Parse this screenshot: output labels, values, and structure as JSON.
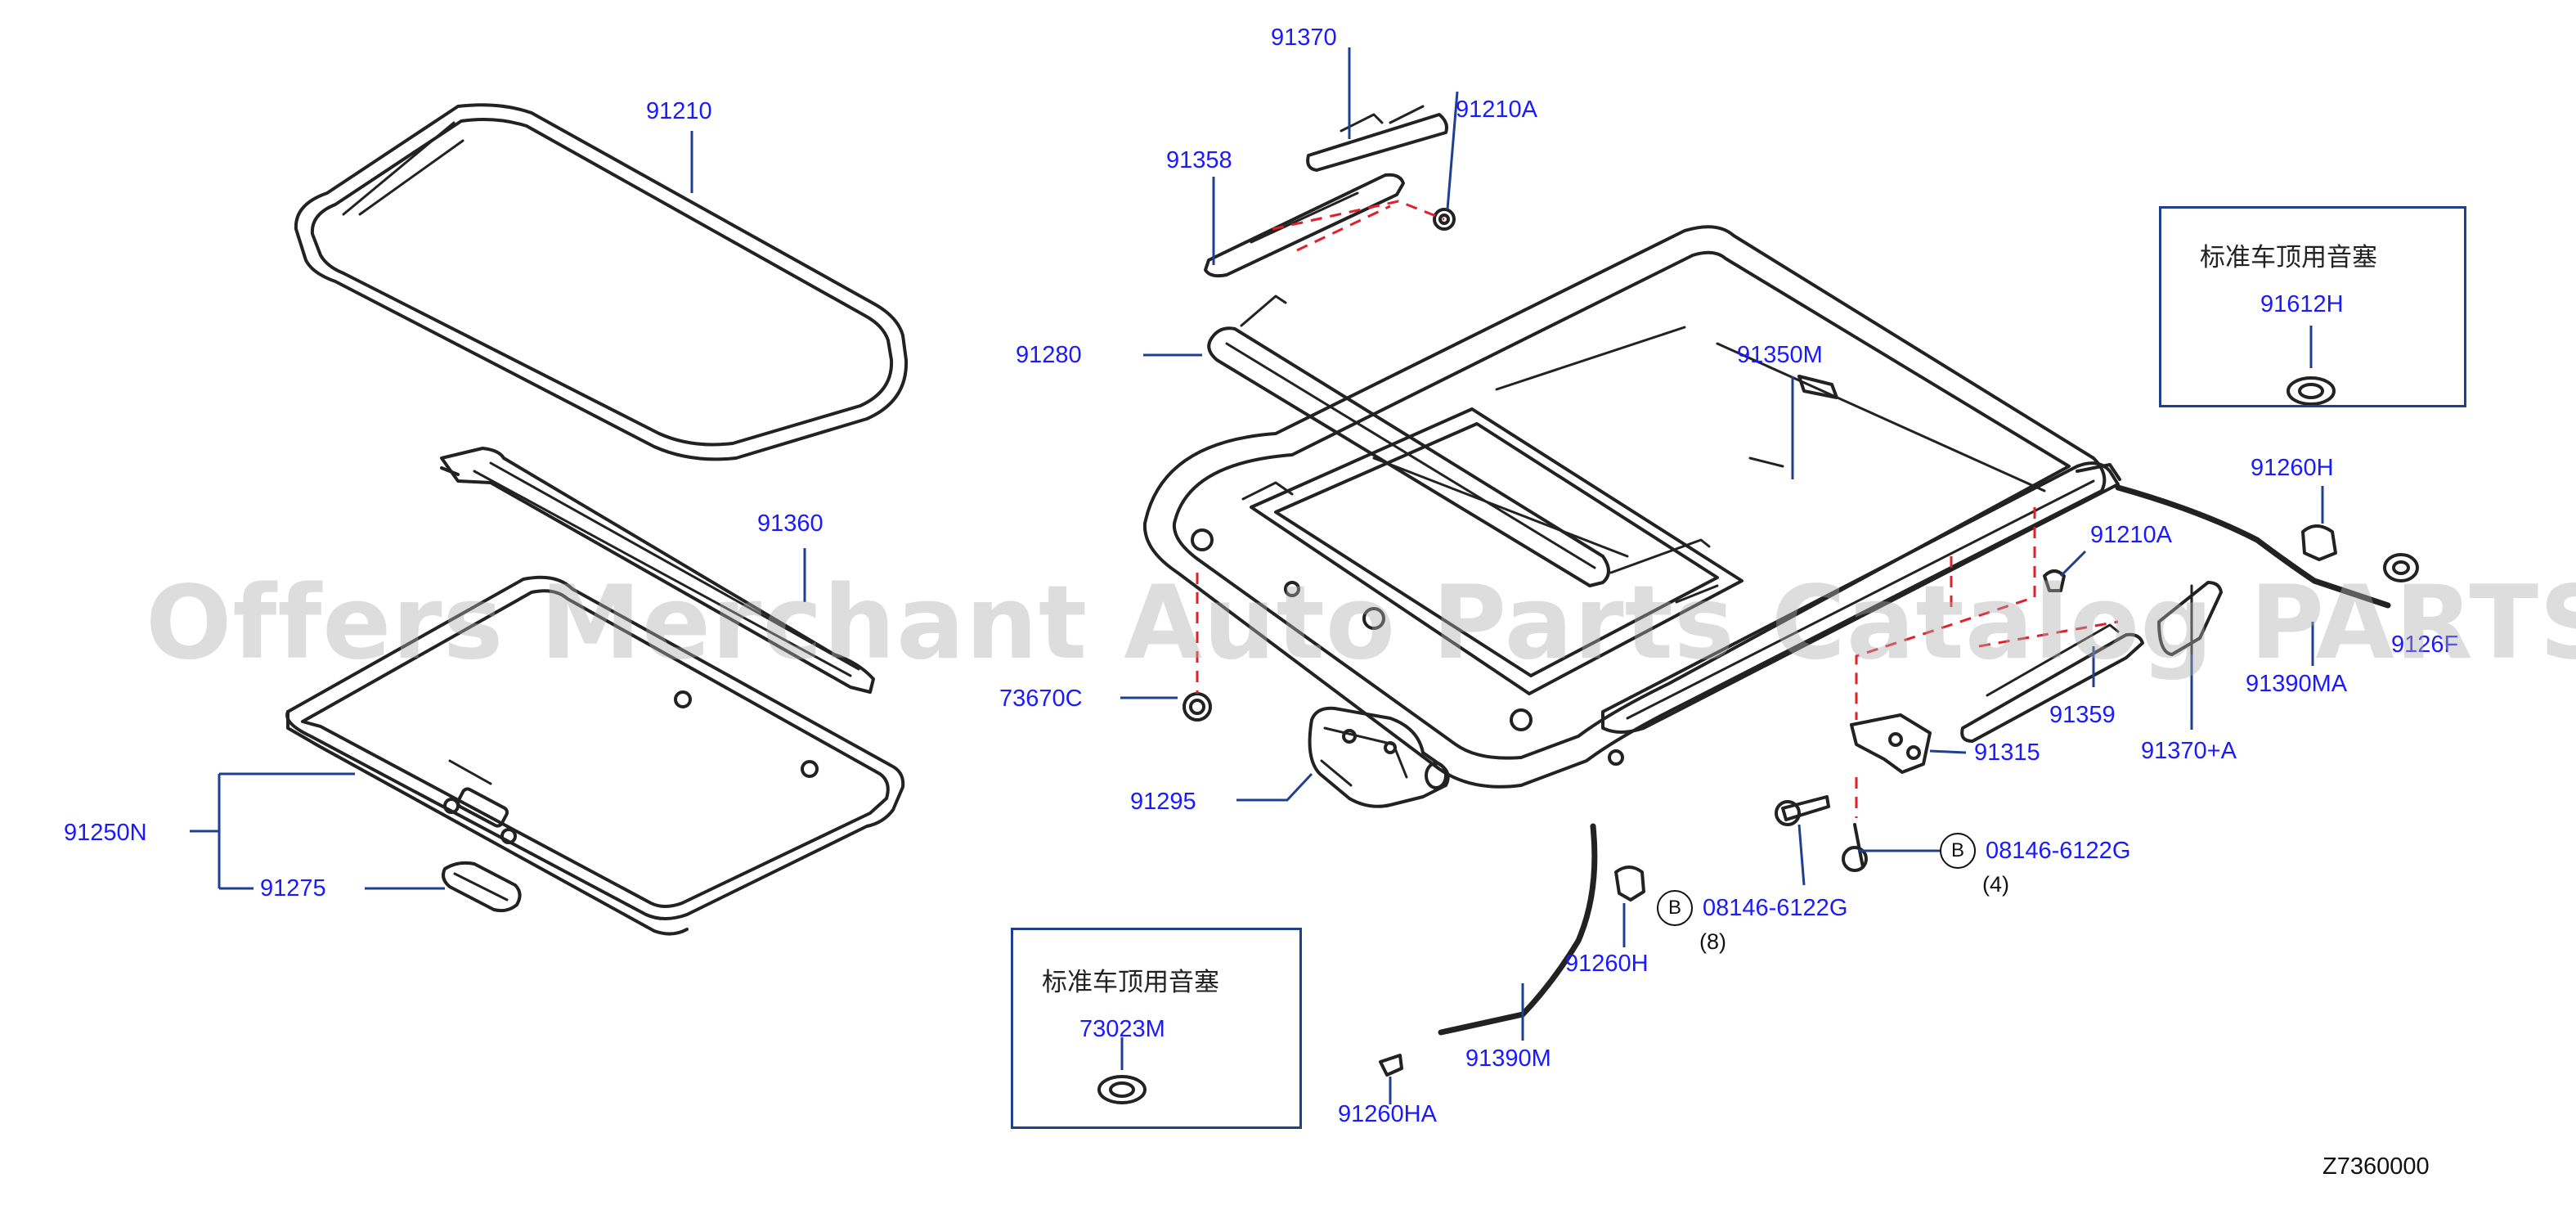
{
  "diagram": {
    "code": "Z7360000",
    "watermark": "Offers Merchant Auto Parts Catalog PARTSTORE.SA",
    "accent_color": "#1a1aff",
    "box_color": "#1f3f8f",
    "leader_color": "#1f3f8f",
    "dash_color": "#e0202a"
  },
  "labels": {
    "p91370": "91370",
    "p91210A_top": "91210A",
    "p91358": "91358",
    "p91210": "91210",
    "p91280": "91280",
    "p91350M": "91350M",
    "p91360": "91360",
    "p91250N": "91250N",
    "p91275": "91275",
    "p73670C": "73670C",
    "p91295": "91295",
    "p91260H_right": "91260H",
    "p91210A_right": "91210A",
    "p9126F": "9126F",
    "p91390MA": "91390MA",
    "p91359": "91359",
    "p91370A": "91370+A",
    "p91315": "91315",
    "p08146_right": "08146-6122G",
    "qty_right": "(4)",
    "p08146_mid": "08146-6122G",
    "qty_mid": "(8)",
    "p91260H_mid": "91260H",
    "p91390M": "91390M",
    "p91260HA": "91260HA",
    "b_right": "B",
    "b_mid": "B"
  },
  "notes": [
    {
      "title": "标准车顶用音塞",
      "part": "91612H"
    },
    {
      "title": "标准车顶用音塞",
      "part": "73023M"
    }
  ]
}
